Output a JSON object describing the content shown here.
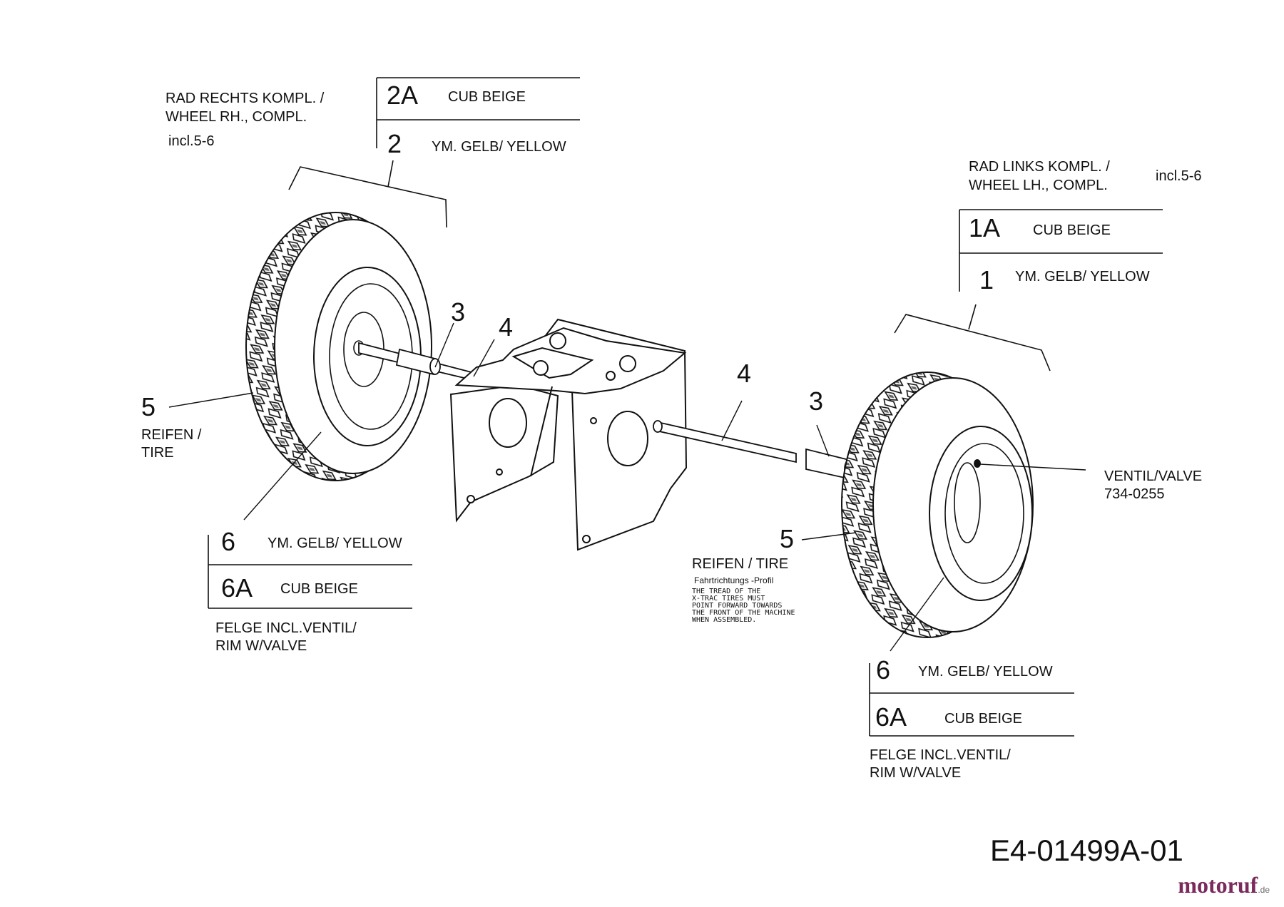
{
  "wheel_rh": {
    "title_line1": "RAD RECHTS  KOMPL. /",
    "title_line2": "WHEEL RH.,  COMPL.",
    "incl": "incl.5-6",
    "variants": [
      {
        "num": "2A",
        "label": "CUB BEIGE"
      },
      {
        "num": "2",
        "label": "YM. GELB/ YELLOW"
      }
    ]
  },
  "wheel_lh": {
    "title_line1": "RAD LINKS  KOMPL. /",
    "title_line2": "WHEEL LH.,  COMPL.",
    "incl": "incl.5-6",
    "variants": [
      {
        "num": "1A",
        "label": "CUB BEIGE"
      },
      {
        "num": "1",
        "label": "YM. GELB/ YELLOW"
      }
    ]
  },
  "tire_left": {
    "num": "5",
    "line1": "REIFEN /",
    "line2": "TIRE"
  },
  "tire_right": {
    "num": "5",
    "label": "REIFEN / TIRE",
    "note_title": "Fahrtrichtungs -Profil",
    "note": "THE TREAD OF THE\nX-TRAC TIRES MUST\nPOINT FORWARD TOWARDS\nTHE FRONT OF THE MACHINE\nWHEN ASSEMBLED."
  },
  "rim_left": {
    "variants": [
      {
        "num": "6",
        "label": "YM. GELB/ YELLOW"
      },
      {
        "num": "6A",
        "label": "CUB BEIGE"
      }
    ],
    "line1": "FELGE INCL.VENTIL/",
    "line2": "RIM W/VALVE"
  },
  "rim_right": {
    "variants": [
      {
        "num": "6",
        "label": "YM. GELB/ YELLOW"
      },
      {
        "num": "6A",
        "label": "CUB BEIGE"
      }
    ],
    "line1": "FELGE INCL.VENTIL/",
    "line2": "RIM W/VALVE"
  },
  "valve": {
    "line1": "VENTIL/VALVE",
    "line2": "734-0255"
  },
  "callouts": {
    "spacer_left": "3",
    "axle_left": "4",
    "axle_right": "4",
    "spacer_right": "3"
  },
  "drawing_number": "E4-01499A-01",
  "logo": {
    "part1": "motoruf",
    "part2": "",
    "suffix": ".de"
  }
}
